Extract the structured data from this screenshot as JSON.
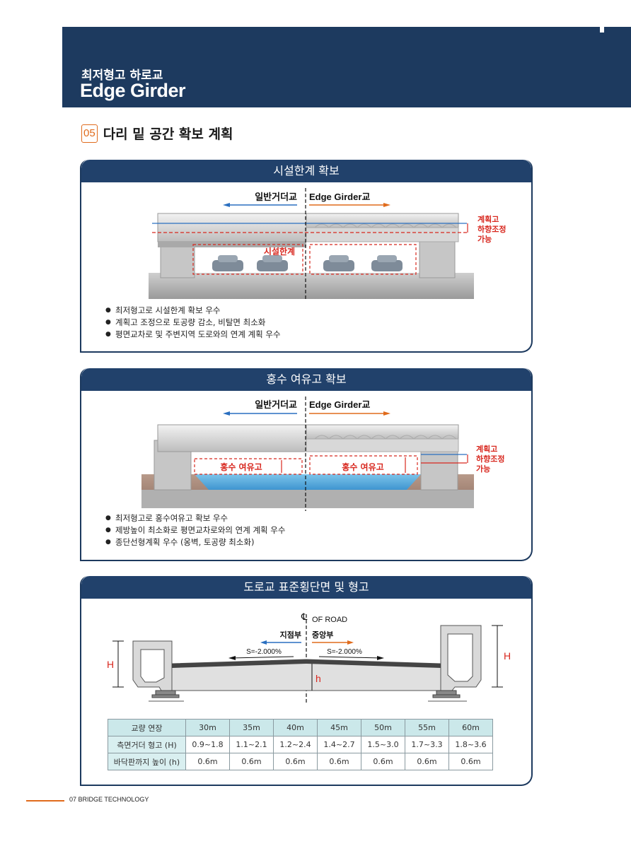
{
  "header": {
    "subtitle": "최저형고 하로교",
    "title": "Edge Girder"
  },
  "section": {
    "number": "05",
    "title": "다리 밑 공간 확보 계획"
  },
  "panel1": {
    "title": "시설한계 확보",
    "label_left": "일반거더교",
    "label_right": "Edge Girder교",
    "clearance_label": "시설한계",
    "side_note": [
      "계획고",
      "하향조정",
      "가능"
    ],
    "bullets": [
      "최저형고로 시설한계 확보 우수",
      "계획고 조정으로 토공량 감소, 비탈면 최소화",
      "평면교차로 및 주변지역 도로와의 연계 계획 우수"
    ]
  },
  "panel2": {
    "title": "홍수 여유고 확보",
    "label_left": "일반거더교",
    "label_right": "Edge Girder교",
    "freeboard_left": "홍수 여유고",
    "freeboard_right": "홍수 여유고",
    "side_note": [
      "계획고",
      "하향조정",
      "가능"
    ],
    "bullets": [
      "최저형고로 홍수여유고 확보 우수",
      "제방높이 최소화로 평면교차로와의 연계 계획 우수",
      "종단선형계획 우수 (옹벽, 토공량 최소화)"
    ]
  },
  "panel3": {
    "title": "도로교 표준횡단면 및 형고",
    "centerline": "OF ROAD",
    "left_label": "지점부",
    "right_label": "중앙부",
    "slope_left": "S=-2.000%",
    "slope_right": "S=-2.000%",
    "dim_H_left": "H",
    "dim_H_right": "H",
    "dim_h": "h",
    "table": {
      "header_label": "교량 연장",
      "spans": [
        "30m",
        "35m",
        "40m",
        "45m",
        "50m",
        "55m",
        "60m"
      ],
      "row1_label": "측면거더 형고 (H)",
      "row1": [
        "0.9~1.8",
        "1.1~2.1",
        "1.2~2.4",
        "1.4~2.7",
        "1.5~3.0",
        "1.7~3.3",
        "1.8~3.6"
      ],
      "row2_label": "바닥판까지 높이 (h)",
      "row2": [
        "0.6m",
        "0.6m",
        "0.6m",
        "0.6m",
        "0.6m",
        "0.6m",
        "0.6m"
      ]
    }
  },
  "footer": {
    "text": "07 BRIDGE TECHNOLOGY"
  },
  "colors": {
    "navy": "#1d3a5f",
    "orange": "#e06b1c",
    "red": "#d8281f",
    "blue": "#2a6fc0"
  }
}
